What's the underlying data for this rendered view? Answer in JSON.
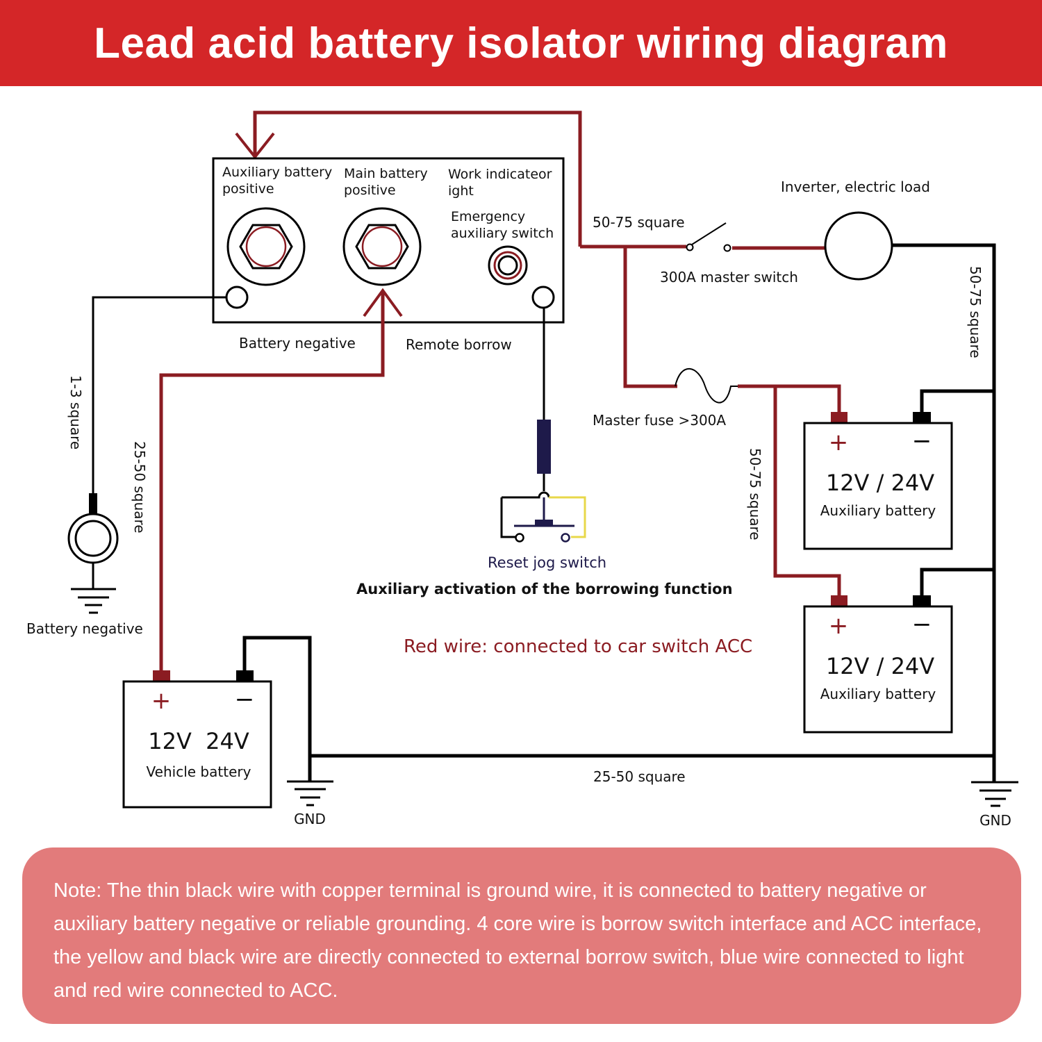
{
  "header": {
    "title": "Lead acid battery isolator wiring diagram"
  },
  "colors": {
    "header_bg": "#d42628",
    "wire_red": "#8b1c22",
    "wire_black": "#000000",
    "wire_yellow": "#e8d84a",
    "switch_navy": "#1e1a4a",
    "note_bg": "#e27b7b"
  },
  "isolator": {
    "aux_positive_label_line1": "Auxiliary battery",
    "aux_positive_label_line2": "positive",
    "main_positive_label_line1": "Main battery",
    "main_positive_label_line2": "positive",
    "indicator_label_line1": "Work indicateor",
    "indicator_label_line2": "ight",
    "emergency_label_line1": "Emergency",
    "emergency_label_line2": "auxiliary switch",
    "battery_negative_label": "Battery negative",
    "remote_borrow_label": "Remote borrow"
  },
  "wires": {
    "ground_gauge": "1-3 square",
    "main_positive_gauge": "25-50 square",
    "load_gauge": "50-75 square",
    "load_return_gauge": "50-75 square",
    "aux_gauge": "50-75 square",
    "ground_bus_gauge": "25-50 square"
  },
  "load": {
    "label": "Inverter, electric load",
    "switch_label": "300A master switch",
    "fuse_label": "Master fuse >300A"
  },
  "ground_terminal": {
    "label": "Battery negative"
  },
  "reset_switch": {
    "label": "Reset jog switch",
    "function_label": "Auxiliary activation of the borrowing function"
  },
  "acc_note": "Red wire: connected to car switch ACC",
  "batteries": {
    "vehicle": {
      "plus": "+",
      "minus": "−",
      "voltage": "12V  24V",
      "name": "Vehicle battery"
    },
    "aux1": {
      "plus": "+",
      "minus": "−",
      "voltage": "12V / 24V",
      "name": "Auxiliary battery"
    },
    "aux2": {
      "plus": "+",
      "minus": "−",
      "voltage": "12V / 24V",
      "name": "Auxiliary battery"
    }
  },
  "grounds": {
    "left": "GND",
    "right": "GND"
  },
  "note": {
    "text": "Note: The thin black wire with copper terminal is ground wire, it is connected to battery negative or auxiliary battery negative or reliable grounding. 4 core wire is borrow switch interface and ACC interface, the yellow and black wire are directly connected to external borrow switch, blue wire connected to light and red wire connected to ACC."
  }
}
